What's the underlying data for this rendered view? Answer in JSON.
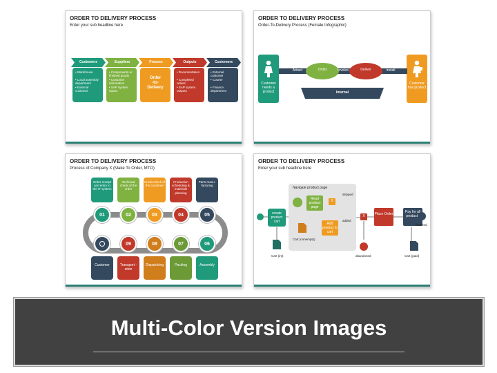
{
  "slides": [
    {
      "title": "ORDER TO DELIVERY PROCESS",
      "subtitle": "Enter your sub headline here",
      "chevrons": [
        {
          "label": "Customers",
          "color": "#1f9a7a",
          "items": [
            "• Warehouse",
            "• Local assembly department",
            "• External customer"
          ]
        },
        {
          "label": "Suppliers",
          "color": "#7fb241",
          "items": [
            "• Components or finished goods",
            "• Customer information",
            "• SAP system inputs"
          ]
        },
        {
          "label": "Process",
          "color": "#ef9b22",
          "items": [
            "Order",
            "-to-",
            "Delivery"
          ]
        },
        {
          "label": "Outputs",
          "color": "#c0392b",
          "items": [
            "• Documentation",
            "• Completed orders",
            "• SAP system outputs"
          ]
        },
        {
          "label": "Customers",
          "color": "#34495e",
          "items": [
            "• External customer",
            "• Courier",
            "• Finance department"
          ]
        }
      ]
    },
    {
      "title": "ORDER TO DELIVERY PROCESS",
      "subtitle": "Order-To-Delivery Process (Female Infographic)",
      "left_caption": "Customer needs a product",
      "right_caption": "Customer has product",
      "attract": "Attract",
      "order": "Order",
      "invoice": "Invoice",
      "deliver": "Deliver",
      "install": "Install",
      "internal": "Internal"
    },
    {
      "title": "ORDER TO DELIVERY PROCESS",
      "subtitle": "Process of Company X (Make To Order, MTO)",
      "top_steps": [
        {
          "num": "01",
          "text": "Order receipt and entry to the IT system",
          "color": "#1f9a7a"
        },
        {
          "num": "02",
          "text": "Technical check of the order",
          "color": "#7fb241"
        },
        {
          "num": "03",
          "text": "Credit check of the customer",
          "color": "#ef9b22"
        },
        {
          "num": "04",
          "text": "Production scheduling & materials planning",
          "color": "#c0392b"
        },
        {
          "num": "05",
          "text": "Parts manu- facturing",
          "color": "#34495e"
        }
      ],
      "bottom_steps": [
        {
          "num": "",
          "text": "Customer",
          "color": "#34495e"
        },
        {
          "num": "09",
          "text": "Transport -ation",
          "color": "#c0392b"
        },
        {
          "num": "08",
          "text": "Dispatching",
          "color": "#d07d1c"
        },
        {
          "num": "07",
          "text": "Packing",
          "color": "#6b9a37"
        },
        {
          "num": "06",
          "text": "Assembly",
          "color": "#1f9a7a"
        }
      ]
    },
    {
      "title": "ORDER TO DELIVERY PROCESS",
      "subtitle": "Enter your sub headline here",
      "navigate": "Navigate product page",
      "read": "Read product page",
      "skipped": "skipped",
      "added": "added",
      "add": "Add product to cart",
      "create": "create product cart",
      "cart_nonempty": "Cart (nonempty)",
      "cart_int": "Cart (int)",
      "abandoned": "abandoned",
      "place": "Place Order",
      "pay": "Pay for all products",
      "finalized": "finalized",
      "cart_paid": "Cart (paid)",
      "x1": "X",
      "x2": "X"
    }
  ],
  "banner": {
    "title": "Multi-Color Version Images"
  }
}
